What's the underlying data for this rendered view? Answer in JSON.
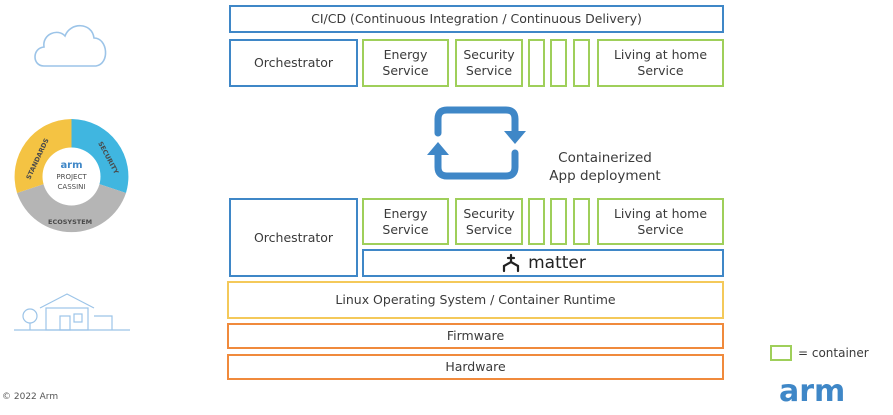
{
  "top": {
    "cicd": "CI/CD (Continuous Integration / Continuous Delivery)",
    "orchestrator": "Orchestrator",
    "services": [
      "Energy\nService",
      "Security\nService",
      "",
      "",
      "",
      "Living at home\nService"
    ]
  },
  "middle": {
    "label": "Containerized\nApp deployment"
  },
  "bottom": {
    "orchestrator": "Orchestrator",
    "services": [
      "Energy\nService",
      "Security\nService",
      "",
      "",
      "",
      "Living at home\nService"
    ],
    "matter": "matter",
    "linux": "Linux Operating System / Container Runtime",
    "firmware": "Firmware",
    "hardware": "Hardware"
  },
  "cassini": {
    "brand": "arm",
    "project": "PROJECT",
    "name": "CASSINI",
    "standards": "STANDARDS",
    "security": "SECURITY",
    "ecosystem": "ECOSYSTEM"
  },
  "legend": {
    "label": "= container"
  },
  "footer": {
    "copyright": "© 2022 Arm",
    "logo": "arm"
  },
  "colors": {
    "blue": "#3f87c7",
    "green": "#9fcf5a",
    "yellow": "#f4c95a",
    "orange": "#f08a3c",
    "cassini_blue": "#40b6e0",
    "cassini_yellow": "#f4c343",
    "cassini_gray": "#b5b5b5"
  },
  "icons": [
    "cloud-icon",
    "cassini-ring-icon",
    "house-icon",
    "cycle-arrows-icon",
    "matter-logo-icon"
  ]
}
